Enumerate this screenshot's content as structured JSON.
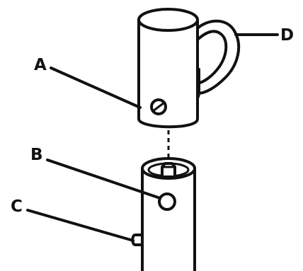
{
  "diagram": {
    "callouts": {
      "a": "A",
      "b": "B",
      "c": "C",
      "d": "D"
    },
    "colors": {
      "ink": "#111111",
      "background": "#ffffff"
    }
  }
}
